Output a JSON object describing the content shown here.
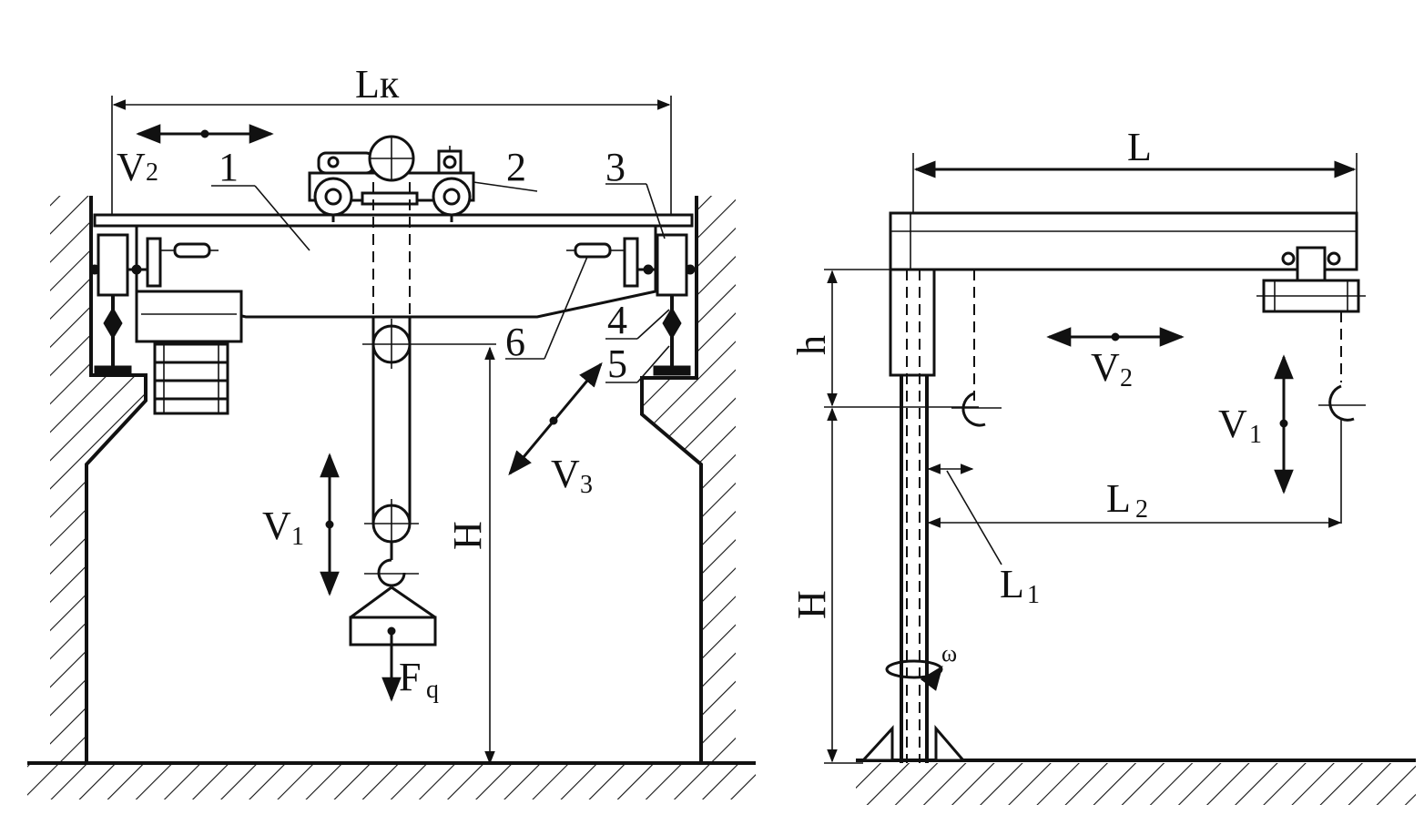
{
  "left_figure": {
    "span_label": "Lк",
    "trolley_speed": {
      "main": "V",
      "sub": "2"
    },
    "hoist_speed": {
      "main": "V",
      "sub": "1"
    },
    "bridge_speed": {
      "main": "V",
      "sub": "3"
    },
    "height_label": "H",
    "load_label": {
      "main": "F",
      "sub": "q"
    },
    "callouts": [
      "1",
      "2",
      "3",
      "4",
      "5",
      "6"
    ]
  },
  "right_figure": {
    "boom_label": "L",
    "trolley_speed": {
      "main": "V",
      "sub": "2"
    },
    "hoist_speed": {
      "main": "V",
      "sub": "1"
    },
    "min_reach": {
      "main": "L",
      "sub": "1"
    },
    "max_reach": {
      "main": "L",
      "sub": "2"
    },
    "upper_height": "h",
    "column_height": "H",
    "rotation": "ω"
  }
}
